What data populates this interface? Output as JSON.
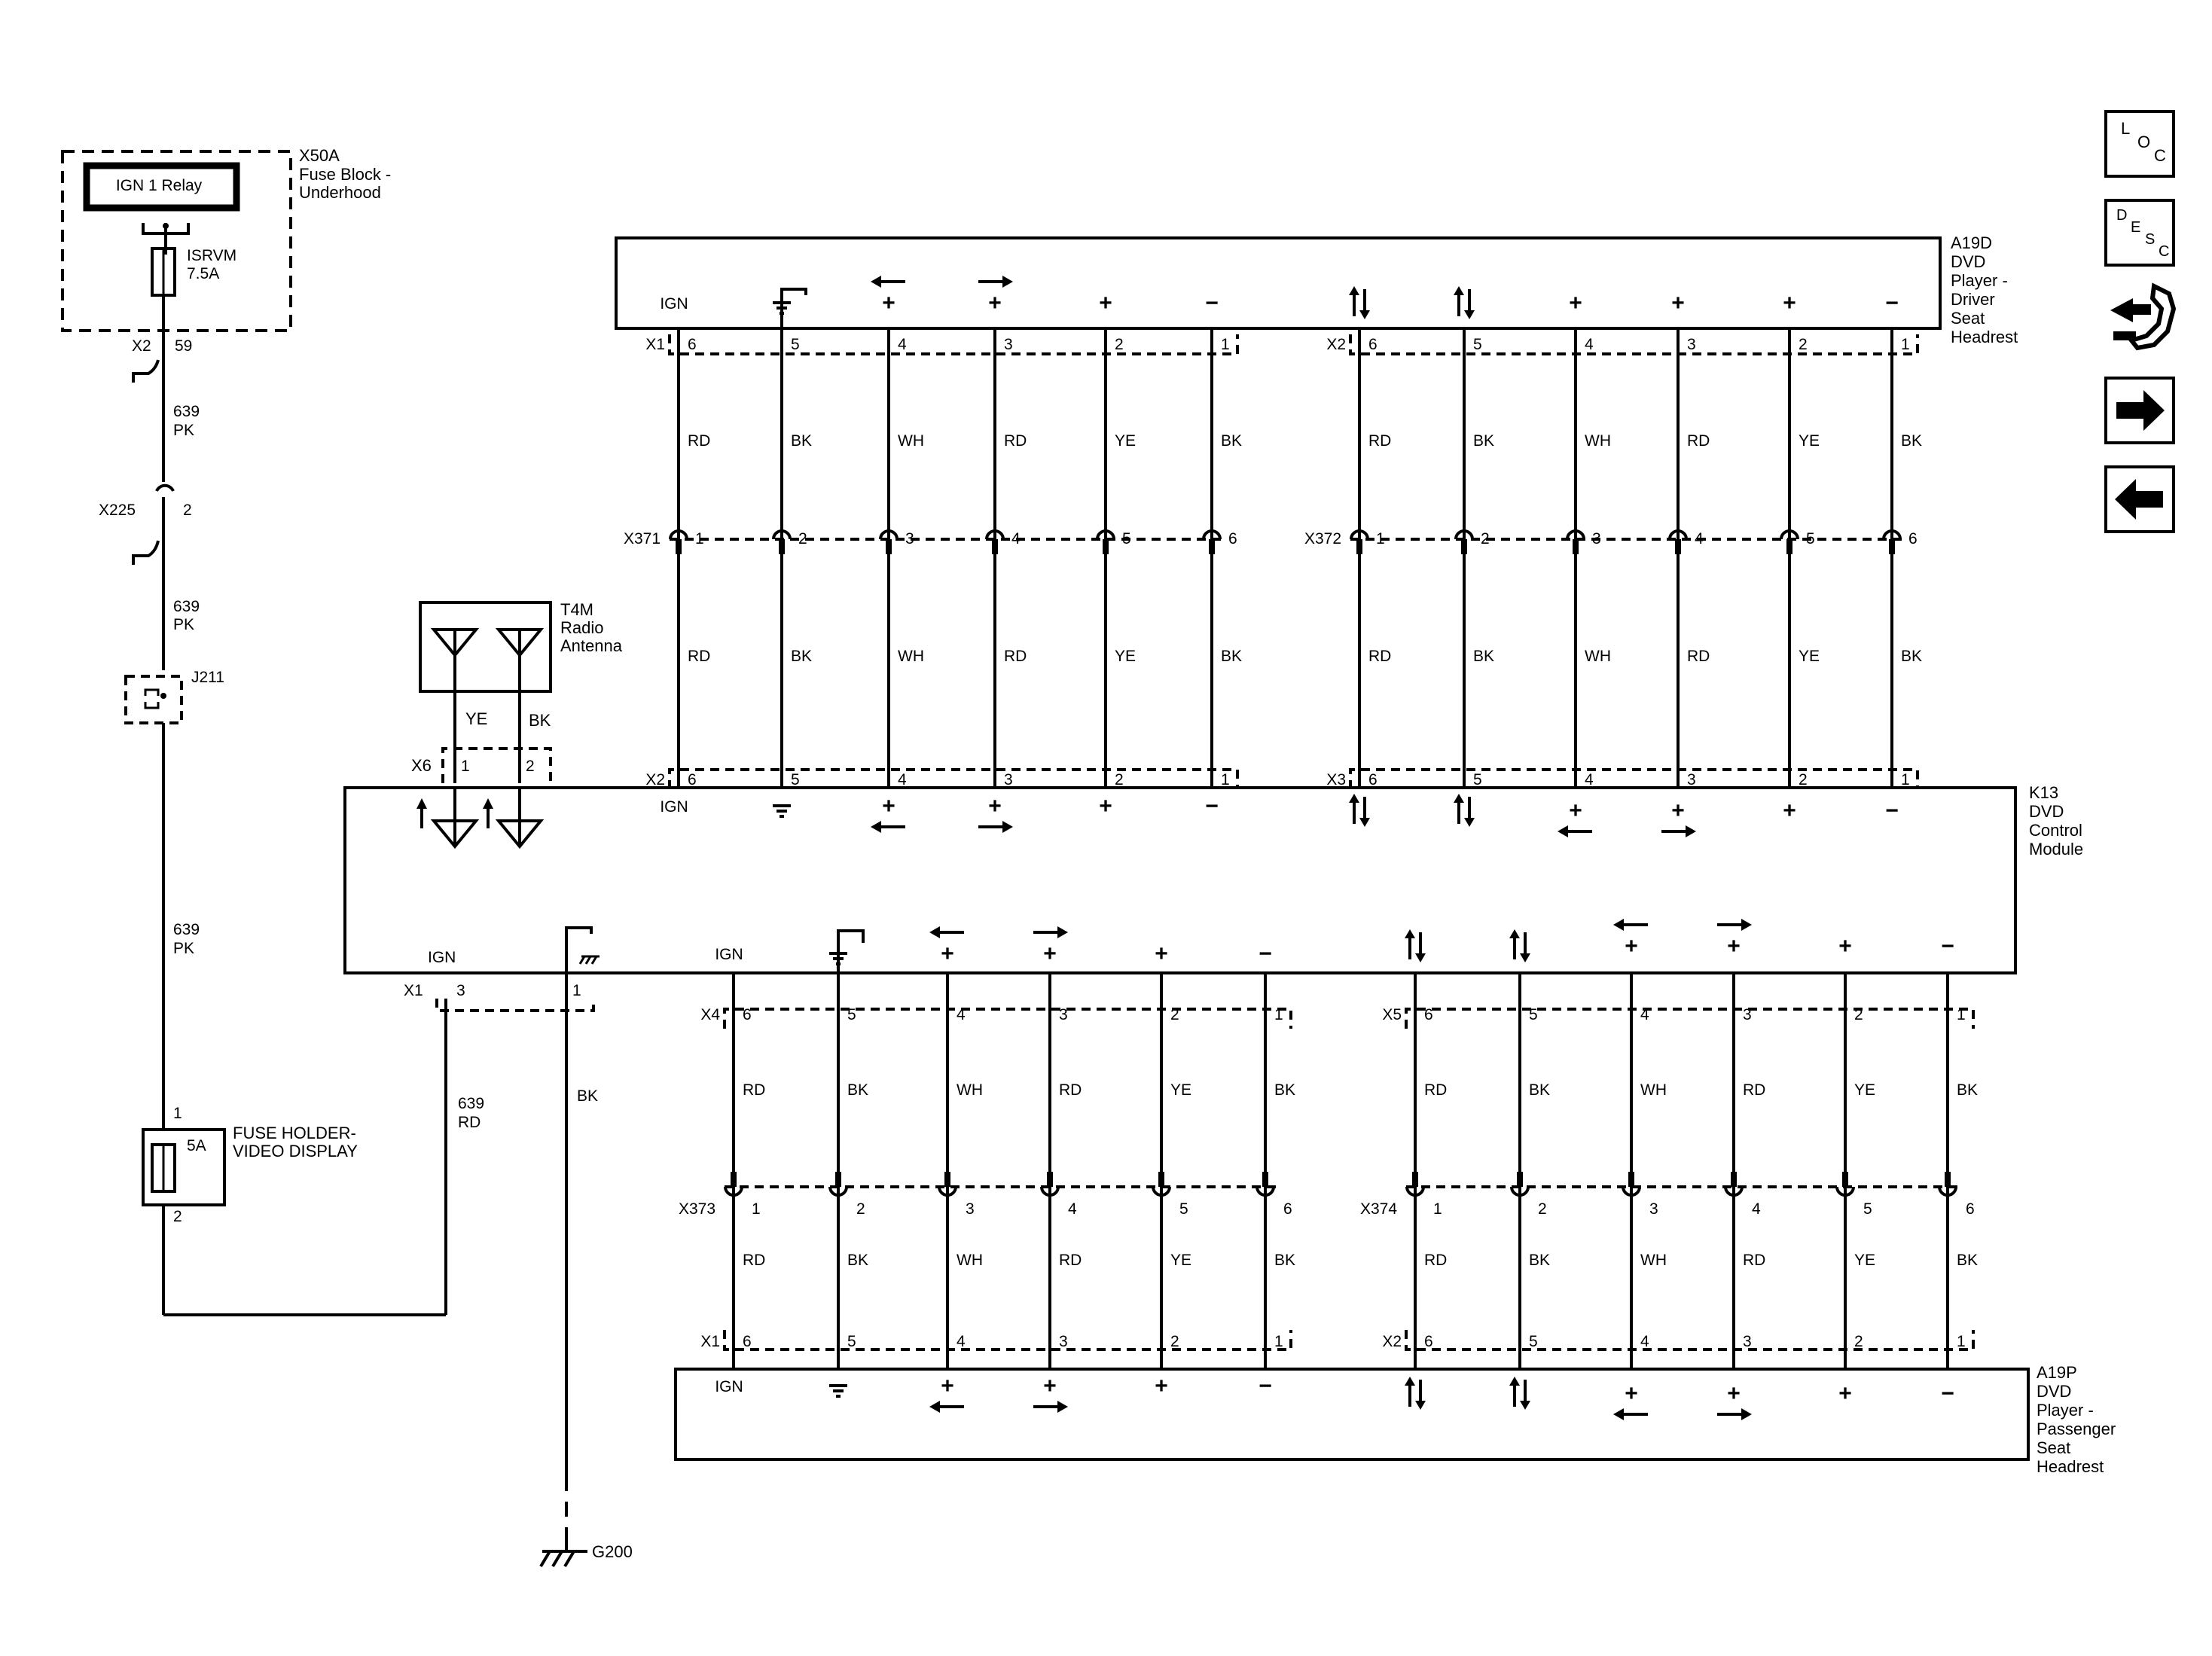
{
  "fuse_block": {
    "id": "X50A",
    "name_line1": "Fuse Block -",
    "name_line2": "Underhood",
    "relay": "IGN 1  Relay",
    "fuse_name": "ISRVM",
    "fuse_rating": "7.5A",
    "conn": "X2",
    "pin": "59"
  },
  "feed": {
    "circuit": "639",
    "color": "PK",
    "inline_conn": "X225",
    "inline_pin": "2",
    "splice": "J211",
    "color_rd": "RD"
  },
  "video_fuse": {
    "name_line1": "FUSE HOLDER-",
    "name_line2": "VIDEO DISPLAY",
    "rating": "5A",
    "pin_in": "1",
    "pin_out": "2"
  },
  "antenna": {
    "id": "T4M",
    "name_line1": "Radio",
    "name_line2": "Antenna",
    "wire1": "YE",
    "wire2": "BK",
    "conn": "X6",
    "pin1": "1",
    "pin2": "2"
  },
  "driver_headrest": {
    "id": "A19D",
    "lines": [
      "DVD",
      "Player -",
      "Driver",
      "Seat",
      "Headrest"
    ]
  },
  "passenger_headrest": {
    "id": "A19P",
    "lines": [
      "DVD",
      "Player -",
      "Passenger",
      "Seat",
      "Headrest"
    ]
  },
  "control_module": {
    "id": "K13",
    "lines": [
      "DVD",
      "Control",
      "Module"
    ]
  },
  "labels": {
    "ign": "IGN",
    "plus": "+",
    "minus": "−",
    "ground": "G200"
  },
  "connectors": {
    "x1": "X1",
    "x2": "X2",
    "x3": "X3",
    "x4": "X4",
    "x5": "X5",
    "x371": "X371",
    "x372": "X372",
    "x373": "X373",
    "x374": "X374"
  },
  "pins": {
    "desc": [
      "6",
      "5",
      "4",
      "3",
      "2",
      "1"
    ],
    "asc": [
      "1",
      "2",
      "3",
      "4",
      "5",
      "6"
    ],
    "k13_x1": [
      "3",
      "1"
    ]
  },
  "wire_colors": [
    "RD",
    "BK",
    "WH",
    "RD",
    "YE",
    "BK"
  ],
  "k13_bk": "BK",
  "nav": {
    "loc": [
      "L",
      "O",
      "C"
    ],
    "desc": [
      "D",
      "E",
      "S",
      "C"
    ],
    "icons": [
      "diagnostic-tools-icon",
      "arrow-right-icon",
      "arrow-left-icon"
    ]
  }
}
